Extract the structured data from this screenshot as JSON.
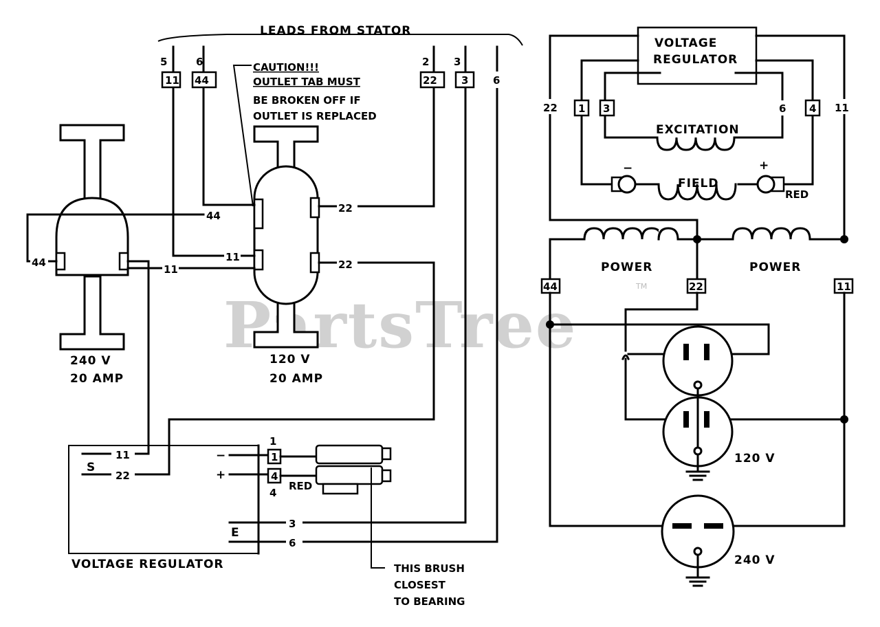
{
  "watermark": {
    "text": "PartsTree",
    "trademark": "TM"
  },
  "left": {
    "stator_title": "LEADS FROM STATOR",
    "lead_terminals": [
      {
        "lead": "5",
        "tag": "11"
      },
      {
        "lead": "6",
        "tag": "44"
      },
      {
        "lead": "2",
        "tag": "22"
      },
      {
        "lead": "3",
        "tag": "3"
      },
      {
        "lead": "",
        "tag": "6"
      }
    ],
    "caution": {
      "line1": "CAUTION!!!",
      "line2": "OUTLET TAB MUST",
      "line3": "BE BROKEN OFF IF",
      "line4": "OUTLET IS REPLACED"
    },
    "outlet_240": {
      "voltage": "240 V",
      "amperage": "20 AMP"
    },
    "outlet_120": {
      "voltage": "120 V",
      "amperage": "20 AMP"
    },
    "wire_labels": {
      "w44": "44",
      "w44b": "44",
      "w11": "11",
      "w11b": "11",
      "w22a": "22",
      "w22b": "22"
    },
    "regulator": {
      "label": "VOLTAGE REGULATOR",
      "s_label": "S",
      "e_label": "E",
      "s11": "11",
      "s22": "22",
      "e3": "3",
      "e6": "6",
      "minus": "−",
      "plus": "+",
      "term1": "1",
      "term4": "4",
      "top1": "1",
      "bottom4": "4",
      "red": "RED"
    },
    "brush_note": {
      "line1": "THIS BRUSH",
      "line2": "CLOSEST",
      "line3": "TO BEARING"
    }
  },
  "right": {
    "regulator_line1": "VOLTAGE",
    "regulator_line2": "REGULATOR",
    "terminals": {
      "t1": "1",
      "t3": "3",
      "t4": "4"
    },
    "lead_22": "22",
    "lead_6": "6",
    "lead_11": "11",
    "excitation": "EXCITATION",
    "field": "FIELD",
    "field_minus": "−",
    "field_plus": "+",
    "red": "RED",
    "power_left": "POWER",
    "power_right": "POWER",
    "tag_44": "44",
    "tag_22": "22",
    "tag_11": "11",
    "v120": "120 V",
    "v240": "240 V"
  }
}
